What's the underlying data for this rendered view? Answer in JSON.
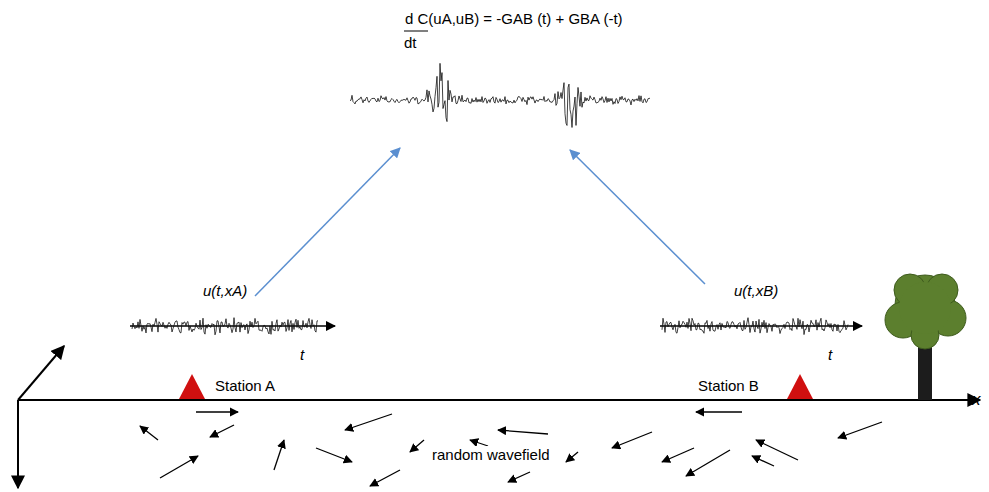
{
  "diagram": {
    "labels": [
      "d C(uA,uB) = -GAB (t) + GBA (-t)",
      "dt",
      "u(t,xA)",
      "t",
      "Station A",
      "u(t,xB)",
      "t",
      "Station B",
      "x",
      "random wavefield"
    ]
  }
}
